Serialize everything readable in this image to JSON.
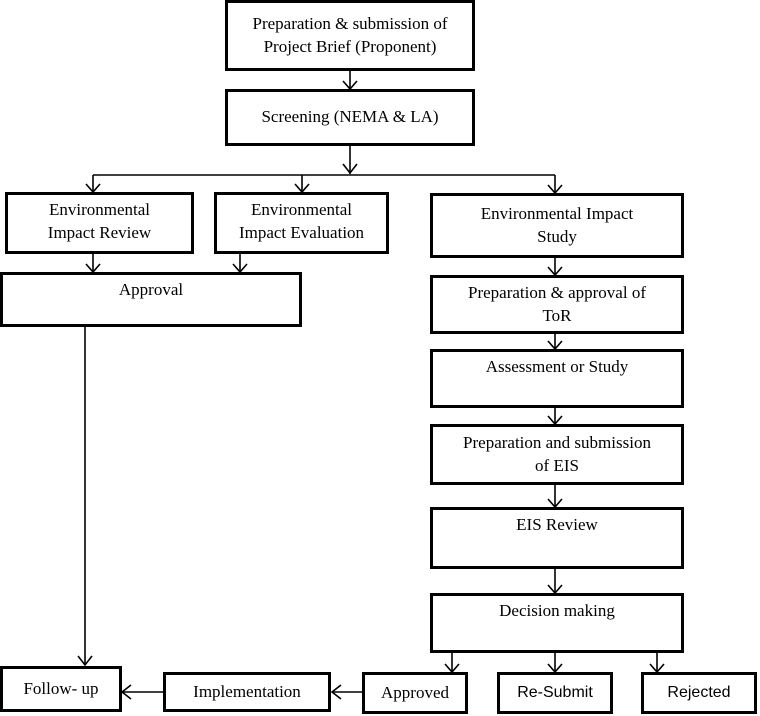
{
  "nodes": {
    "project_brief": "Preparation & submission of\nProject Brief (Proponent)",
    "screening": "Screening (NEMA & LA)",
    "impact_review": "Environmental\nImpact Review",
    "impact_evaluation": "Environmental\nImpact Evaluation",
    "impact_study": "Environmental Impact\nStudy",
    "approval": "Approval",
    "tor": "Preparation & approval of\nToR",
    "assessment": "Assessment or Study",
    "eis_submission": "Preparation and submission\nof EIS",
    "eis_review": "EIS Review",
    "decision": "Decision making",
    "approved": "Approved",
    "resubmit": "Re-Submit",
    "rejected": "Rejected",
    "implementation": "Implementation",
    "followup": "Follow- up"
  }
}
